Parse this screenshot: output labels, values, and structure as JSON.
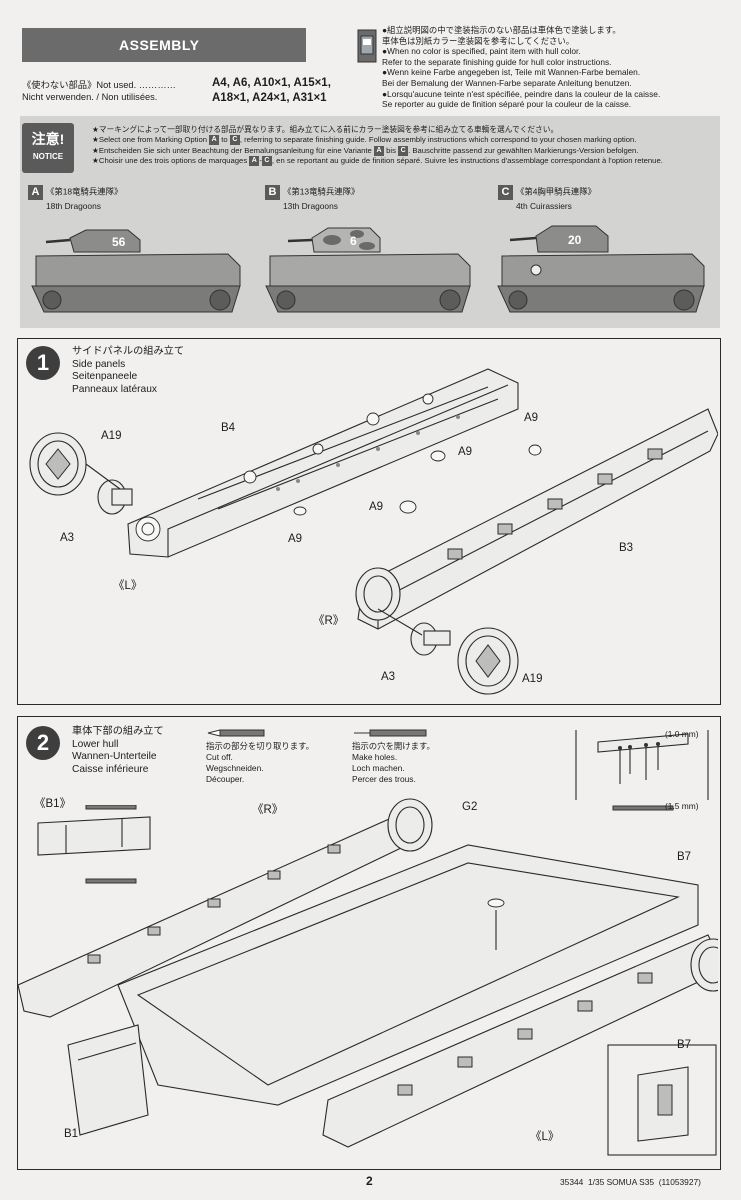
{
  "header": {
    "title": "ASSEMBLY"
  },
  "hull_color_note": {
    "line1": "●組立説明図の中で塗装指示のない部品は車体色で塗装します。",
    "line2": "車体色は別紙カラー塗装図を参考にしてください。",
    "line3": "●When no color is specified, paint item with hull color.",
    "line4": "Refer to the separate finishing guide for hull color instructions.",
    "line5": "●Wenn keine Farbe angegeben ist, Teile mit Wannen-Farbe bemalen.",
    "line6": "Bei der Bemalung der Wannen-Farbe separate Anleitung benutzen.",
    "line7": "●Lorsqu'aucune teinte n'est spécifiée, peindre dans la couleur de la caisse.",
    "line8": "Se reporter au guide de finition séparé pour la couleur de la caisse."
  },
  "not_used": {
    "label_line1": "《使わない部品》Not used. …………",
    "label_line2": "Nicht verwenden. / Non utilisées.",
    "parts_line1": "A4, A6, A10×1, A15×1,",
    "parts_line2": "A18×1, A24×1, A31×1"
  },
  "notice": {
    "badge_jp": "注意!",
    "badge_en": "NOTICE",
    "line1": "★マーキングによって一部取り付ける部品が異なります。組み立てに入る前にカラー塗装図を参考に組み立てる車輌を選んでください。",
    "line2_pre": "★Select one from Marking Option",
    "line2_post": ", referring to separate finishing guide. Follow assembly instructions which correspond to your chosen marking option.",
    "line3_pre": "★Entscheiden Sie sich unter Beachtung der Bemalungsanleitung für eine Variante",
    "line3_mid": "bis",
    "line3_post": ". Bauschritte passend zur gewählten Markierungs-Version befolgen.",
    "line4_pre": "★Choisir une des trois options de marquages",
    "line4_post": ", en se reportant au guide de finition séparé. Suivre les instructions d'assemblage correspondant à l'option retenue.",
    "box_a": "A",
    "box_c": "C",
    "to": "to"
  },
  "options": [
    {
      "letter": "A",
      "jp": "《第18竜騎兵連隊》",
      "en": "18th Dragoons",
      "turret_number": "56"
    },
    {
      "letter": "B",
      "jp": "《第13竜騎兵連隊》",
      "en": "13th Dragoons",
      "turret_number": "6"
    },
    {
      "letter": "C",
      "jp": "《第4胸甲騎兵連隊》",
      "en": "4th Cuirassiers",
      "turret_number": "20"
    }
  ],
  "step1": {
    "number": "1",
    "jp": "サイドパネルの組み立て",
    "en": "Side panels",
    "de": "Seitenpaneele",
    "fr": "Panneaux latéraux",
    "labels": {
      "a19_left": "A19",
      "a3_left": "A3",
      "b4": "B4",
      "a9_1": "A9",
      "a9_2": "A9",
      "a9_3": "A9",
      "a9_4": "A9",
      "b3": "B3",
      "left_side": "《L》",
      "right_side": "《R》",
      "a3_right": "A3",
      "a19_right": "A19"
    }
  },
  "step2": {
    "number": "2",
    "jp": "車体下部の組み立て",
    "en": "Lower hull",
    "de": "Wannen-Unterteile",
    "fr": "Caisse inférieure",
    "cut_jp": "指示の部分を切り取ります。",
    "cut_en": "Cut off.",
    "cut_de": "Wegschneiden.",
    "cut_fr": "Découper.",
    "hole_jp": "指示の穴を開けます。",
    "hole_en": "Make holes.",
    "hole_de": "Loch machen.",
    "hole_fr": "Percer des trous.",
    "drill_1": "(1.0 mm)",
    "drill_2": "(1.5 mm)",
    "labels": {
      "b1_top": "《B1》",
      "right_side": "《R》",
      "g2": "G2",
      "b7_top": "B7",
      "b7_bottom": "B7",
      "b1_bottom": "B1",
      "left_side": "《L》"
    }
  },
  "footer": {
    "page": "2",
    "code": "35344",
    "product": "1/35 SOMUA S35",
    "catalog": "(11053927)"
  }
}
